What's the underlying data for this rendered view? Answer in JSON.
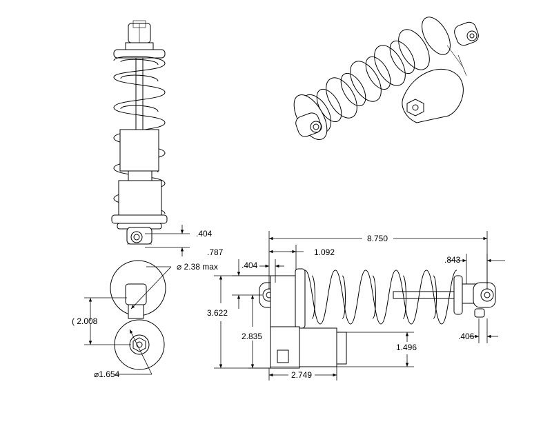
{
  "drawing": {
    "views": [
      "front-view",
      "bottom-end-view",
      "side-view",
      "isometric-view"
    ],
    "dimensions": {
      "front_eye_offset": ".404",
      "max_diameter": "⌀ 2.38 max",
      "eye_spacing_ref": "( 2.008",
      "reservoir_diameter": "⌀1.654",
      "overall_length": "8.750",
      "top_offset_1": ".787",
      "top_offset_2": "1.092",
      "eye_to_body": ".404",
      "right_eye_offset": ".843",
      "overall_height": "3.622",
      "body_height": "2.835",
      "reservoir_height": "1.496",
      "right_pin_offset": ".406",
      "reservoir_length": "2.749"
    }
  }
}
